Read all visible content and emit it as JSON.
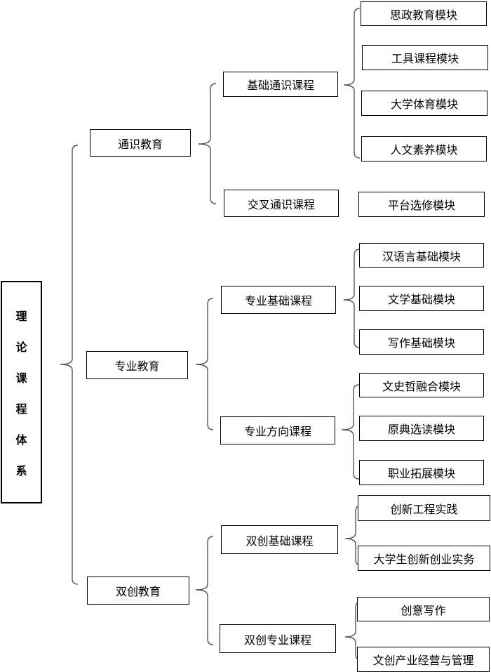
{
  "root": {
    "chars": [
      "理",
      "论",
      "课",
      "程",
      "体",
      "系"
    ]
  },
  "level1": [
    "通识教育",
    "专业教育",
    "双创教育"
  ],
  "level2": [
    "基础通识课程",
    "交叉通识课程",
    "专业基础课程",
    "专业方向课程",
    "双创基础课程",
    "双创专业课程"
  ],
  "level3": [
    "思政教育模块",
    "工具课程模块",
    "大学体育模块",
    "人文素养模块",
    "平台选修模块",
    "汉语言基础模块",
    "文学基础模块",
    "写作基础模块",
    "文史哲融合模块",
    "原典选读模块",
    "职业拓展模块",
    "创新工程实践",
    "大学生创新创业实务",
    "创意写作",
    "文创产业经营与管理"
  ]
}
